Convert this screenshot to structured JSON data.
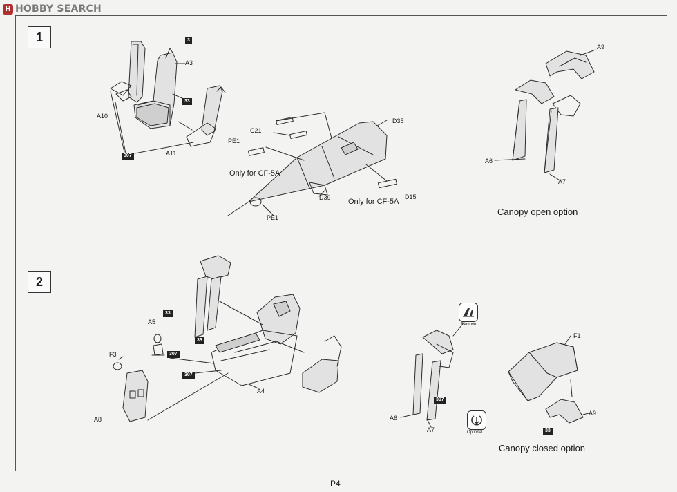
{
  "watermark": {
    "brand": "HOBBY SEARCH",
    "badge": "H"
  },
  "page_number": "P4",
  "steps": [
    {
      "number": "1",
      "part_labels": [
        "A3",
        "A10",
        "A11",
        "C21",
        "D35",
        "PE1",
        "D39",
        "D15",
        "PE1",
        "A9",
        "A6",
        "A7"
      ],
      "paint_tags": [
        "3",
        "33",
        "307"
      ],
      "notes": [
        "Only for CF-5A",
        "Only for CF-5A"
      ],
      "caption": "Canopy open option"
    },
    {
      "number": "2",
      "part_labels": [
        "A5",
        "F3",
        "A8",
        "A4",
        "A6",
        "A7",
        "F1",
        "A9"
      ],
      "paint_tags": [
        "33",
        "307",
        "33",
        "307",
        "307",
        "33"
      ],
      "badges": [
        "Remove",
        "Optional"
      ],
      "caption": "Canopy closed option"
    }
  ]
}
